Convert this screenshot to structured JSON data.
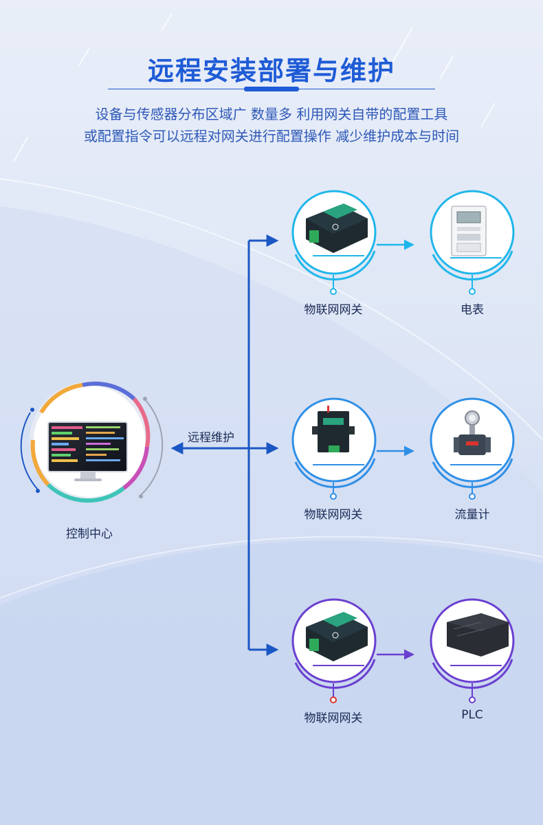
{
  "header": {
    "title": "远程安装部署与维护",
    "subtitle_line1": "设备与传感器分布区域广 数量多 利用网关自带的配置工具",
    "subtitle_line2": "或配置指令可以远程对网关进行配置操作 减少维护成本与时间"
  },
  "control_center": {
    "label": "控制中心"
  },
  "connector": {
    "label": "远程维护"
  },
  "rows": [
    {
      "gateway_label": "物联网网关",
      "device_label": "电表",
      "color": "#1fb6ea"
    },
    {
      "gateway_label": "物联网网关",
      "device_label": "流量计",
      "color": "#2f8fe6"
    },
    {
      "gateway_label": "物联网网关",
      "device_label": "PLC",
      "color": "#6a3fd0"
    }
  ],
  "colors": {
    "accent": "#1e5bd6",
    "line": "#1b57c4"
  }
}
